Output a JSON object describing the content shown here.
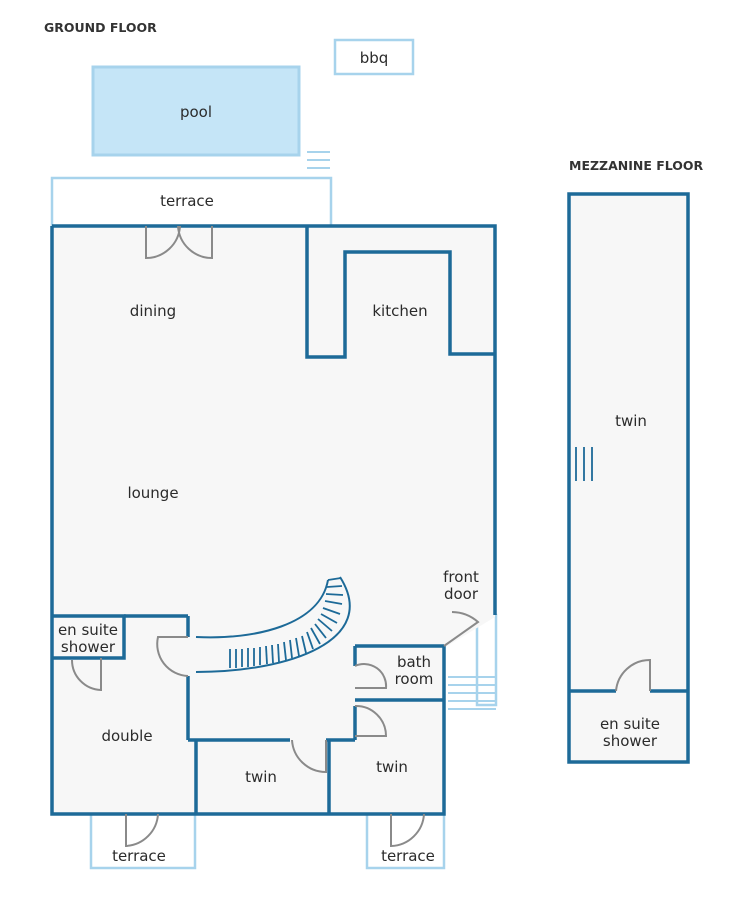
{
  "headings": {
    "ground_floor": "GROUND FLOOR",
    "mezzanine_floor": "MEZZANINE FLOOR"
  },
  "rooms": {
    "bbq": "bbq",
    "pool": "pool",
    "terrace_top": "terrace",
    "dining": "dining",
    "kitchen": "kitchen",
    "lounge": "lounge",
    "front_door_line1": "front",
    "front_door_line2": "door",
    "en_suite_shower_line1": "en suite",
    "en_suite_shower_line2": "shower",
    "bath_room_line1": "bath",
    "bath_room_line2": "room",
    "double": "double",
    "twin_middle": "twin",
    "twin_right": "twin",
    "terrace_bottom_left": "terrace",
    "terrace_bottom_right": "terrace",
    "mezz_twin": "twin",
    "mezz_en_suite_line1": "en suite",
    "mezz_en_suite_line2": "shower"
  },
  "colors": {
    "wall": "#1d6a98",
    "light_outline": "#a7d3ec",
    "pool": "#c5e5f7",
    "floor": "#f7f7f7"
  }
}
